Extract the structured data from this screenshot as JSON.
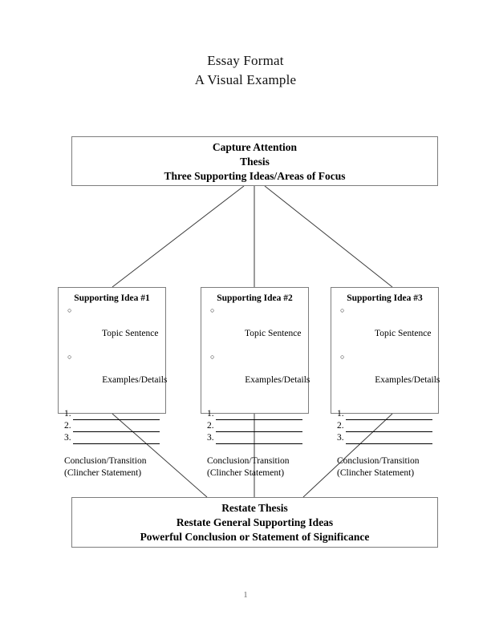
{
  "document": {
    "title_lines": [
      "Essay Format",
      "A Visual Example"
    ],
    "page_number": "1"
  },
  "intro_box": {
    "lines": [
      "Capture Attention",
      "Thesis",
      "Three Supporting Ideas/Areas of Focus"
    ]
  },
  "supporting_boxes": [
    {
      "heading": "Supporting Idea #1",
      "bullet_glyph": "○",
      "bullets": [
        "Topic Sentence",
        "Examples/Details"
      ],
      "numbered": [
        "1.",
        "2.",
        "3."
      ],
      "footer_lines": [
        "Conclusion/Transition",
        "(Clincher Statement)"
      ]
    },
    {
      "heading": "Supporting Idea #2",
      "bullet_glyph": "○",
      "bullets": [
        "Topic Sentence",
        "Examples/Details"
      ],
      "numbered": [
        "1.",
        "2.",
        "3."
      ],
      "footer_lines": [
        "Conclusion/Transition",
        "(Clincher Statement)"
      ]
    },
    {
      "heading": "Supporting Idea #3",
      "bullet_glyph": "○",
      "bullets": [
        "Topic Sentence",
        "Examples/Details"
      ],
      "numbered": [
        "1.",
        "2.",
        "3."
      ],
      "footer_lines": [
        "Conclusion/Transition",
        "(Clincher Statement)"
      ]
    }
  ],
  "conclusion_box": {
    "lines": [
      "Restate Thesis",
      "Restate General Supporting Ideas",
      "Powerful Conclusion or Statement of Significance"
    ]
  },
  "colors": {
    "box_border": "#7d7d7d",
    "connector_line": "#3a3a3a",
    "text": "#000000",
    "page_number": "#6f6f6f",
    "background": "#ffffff"
  }
}
